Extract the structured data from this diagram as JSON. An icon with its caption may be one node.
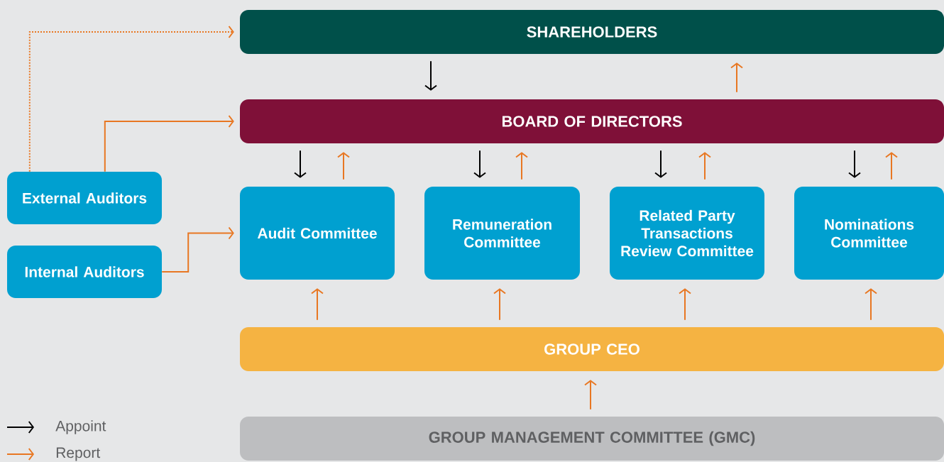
{
  "diagram": {
    "nodes": [
      {
        "text": [
          "SHAREHOLDERS"
        ]
      },
      {
        "text": [
          "BOARD OF DIRECTORS"
        ]
      },
      {
        "text": [
          "Audit Committee"
        ]
      },
      {
        "text": [
          "Remuneration Committee"
        ]
      },
      {
        "text": [
          "Related Party Transactions Review Committee"
        ]
      },
      {
        "text": [
          "Nominations Committee"
        ]
      },
      {
        "text": [
          "External Auditors"
        ]
      },
      {
        "text": [
          "Internal Auditors"
        ]
      },
      {
        "text": [
          "GROUP CEO"
        ]
      },
      {
        "text": [
          "GROUP MANAGEMENT COMMITTEE (GMC)"
        ]
      }
    ],
    "edges": [
      {
        "from": 0,
        "to": 1,
        "arrow": "to",
        "color": "#000000"
      },
      {
        "from": 1,
        "to": 0,
        "arrow": "to"
      },
      {
        "from": 1,
        "to": 2,
        "arrow": "to",
        "color": "#000000"
      },
      {
        "from": 2,
        "to": 1,
        "arrow": "to"
      },
      {
        "from": 1,
        "to": 3,
        "arrow": "to",
        "color": "#000000"
      },
      {
        "from": 3,
        "to": 1,
        "arrow": "to"
      },
      {
        "from": 1,
        "to": 4,
        "arrow": "to",
        "color": "#000000"
      },
      {
        "from": 4,
        "to": 1,
        "arrow": "to"
      },
      {
        "from": 1,
        "to": 5,
        "arrow": "to",
        "color": "#000000"
      },
      {
        "from": 5,
        "to": 1,
        "arrow": "to"
      },
      {
        "from": 8,
        "to": 2,
        "arrow": "to"
      },
      {
        "from": 8,
        "to": 3,
        "arrow": "to"
      },
      {
        "from": 8,
        "to": 4,
        "arrow": "to"
      },
      {
        "from": 8,
        "to": 5,
        "arrow": "to"
      },
      {
        "from": 9,
        "to": 8,
        "arrow": "to"
      },
      {
        "from": 6,
        "to": 0,
        "arrow": "to",
        "style": "dashed"
      },
      {
        "from": 6,
        "to": 1,
        "arrow": "to"
      },
      {
        "from": 7,
        "to": 2,
        "arrow": "to"
      }
    ],
    "legend": [
      {
        "text": "Appoint"
      },
      {
        "text": "Report"
      }
    ]
  }
}
